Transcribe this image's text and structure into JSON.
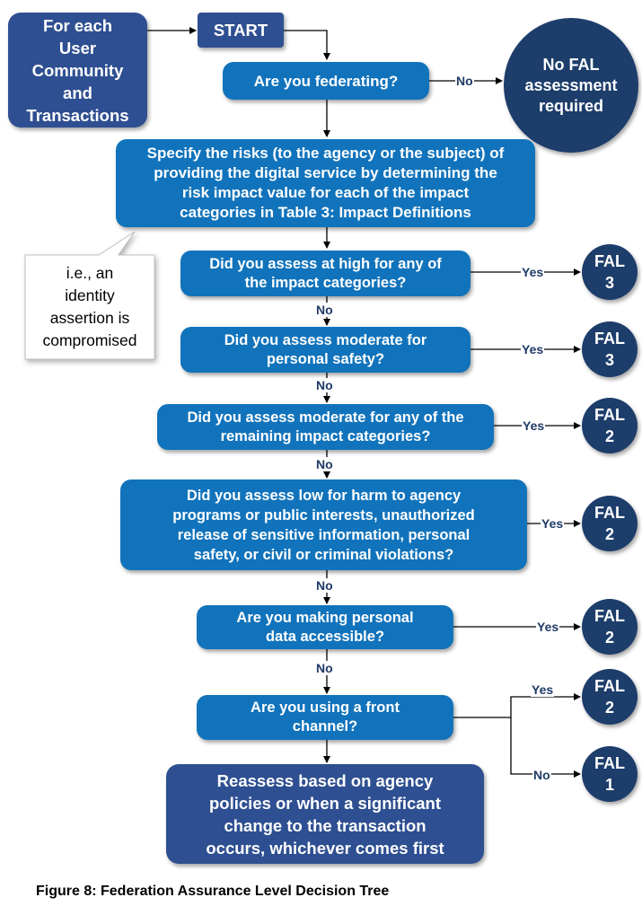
{
  "nodes": {
    "for_each": "For each\nUser\nCommunity\nand\nTransactions",
    "start": "START",
    "federating": "Are you federating?",
    "no_fal": "No FAL\nassessment\nrequired",
    "specify_risks": "Specify the risks (to the agency or the subject) of\nproviding the digital service by determining the\nrisk impact value for each of the impact\ncategories in Table 3: Impact Definitions",
    "callout": "i.e., an\nidentity\nassertion is\ncompromised",
    "q_high": "Did you assess at high for any of\nthe impact categories?",
    "q_mod_safety": "Did you assess moderate for\npersonal safety?",
    "q_mod_remaining": "Did you assess moderate for any of the\nremaining impact categories?",
    "q_low": "Did you assess low for harm to agency\nprograms or public interests, unauthorized\nrelease of sensitive information, personal\nsafety, or civil or criminal violations?",
    "q_personal_data": "Are you making personal\ndata accessible?",
    "q_front_channel": "Are you using a front\nchannel?",
    "reassess": "Reassess based on agency\npolicies or when a significant\nchange to the transaction\noccurs, whichever comes first"
  },
  "outcomes": {
    "fal3_a": "FAL\n3",
    "fal3_b": "FAL\n3",
    "fal2_a": "FAL\n2",
    "fal2_b": "FAL\n2",
    "fal2_c": "FAL\n2",
    "fal2_d": "FAL\n2",
    "fal1": "FAL\n1"
  },
  "edge_labels": {
    "no": "No",
    "yes": "Yes"
  },
  "caption": "Figure 8: Federation Assurance Level Decision Tree",
  "colors": {
    "question_box": "#1173bb",
    "dark_box": "#2e4f91",
    "outcome_circle": "#1d3d6b",
    "label_text": "#1f3a66"
  }
}
